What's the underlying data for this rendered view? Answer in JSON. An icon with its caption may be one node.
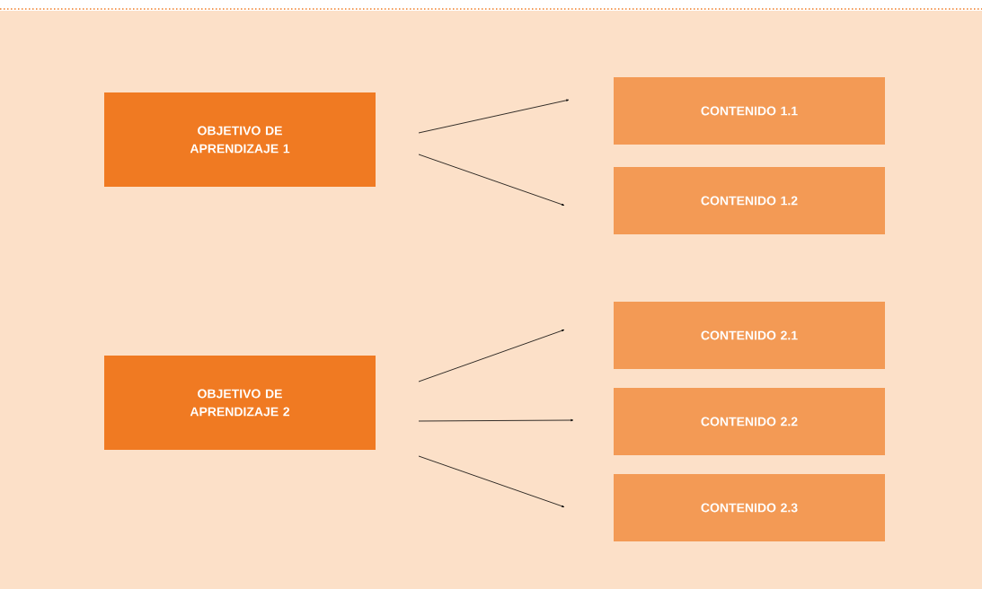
{
  "diagram": {
    "nodes": [
      {
        "text": [
          "OBJETIVO DE APRENDIZAJE 1"
        ]
      },
      {
        "text": [
          "CONTENIDO 1.1"
        ]
      },
      {
        "text": [
          "CONTENIDO 1.2"
        ]
      },
      {
        "text": [
          "OBJETIVO DE APRENDIZAJE 2"
        ]
      },
      {
        "text": [
          "CONTENIDO 2.1"
        ]
      },
      {
        "text": [
          "CONTENIDO 2.2"
        ]
      },
      {
        "text": [
          "CONTENIDO 2.3"
        ]
      }
    ],
    "edges": [
      {
        "from": 0,
        "to": 1,
        "arrow": "to"
      },
      {
        "from": 0,
        "to": 2,
        "arrow": "to"
      },
      {
        "from": 3,
        "to": 4,
        "arrow": "to"
      },
      {
        "from": 3,
        "to": 5,
        "arrow": "to"
      },
      {
        "from": 3,
        "to": 6,
        "arrow": "to"
      }
    ]
  }
}
